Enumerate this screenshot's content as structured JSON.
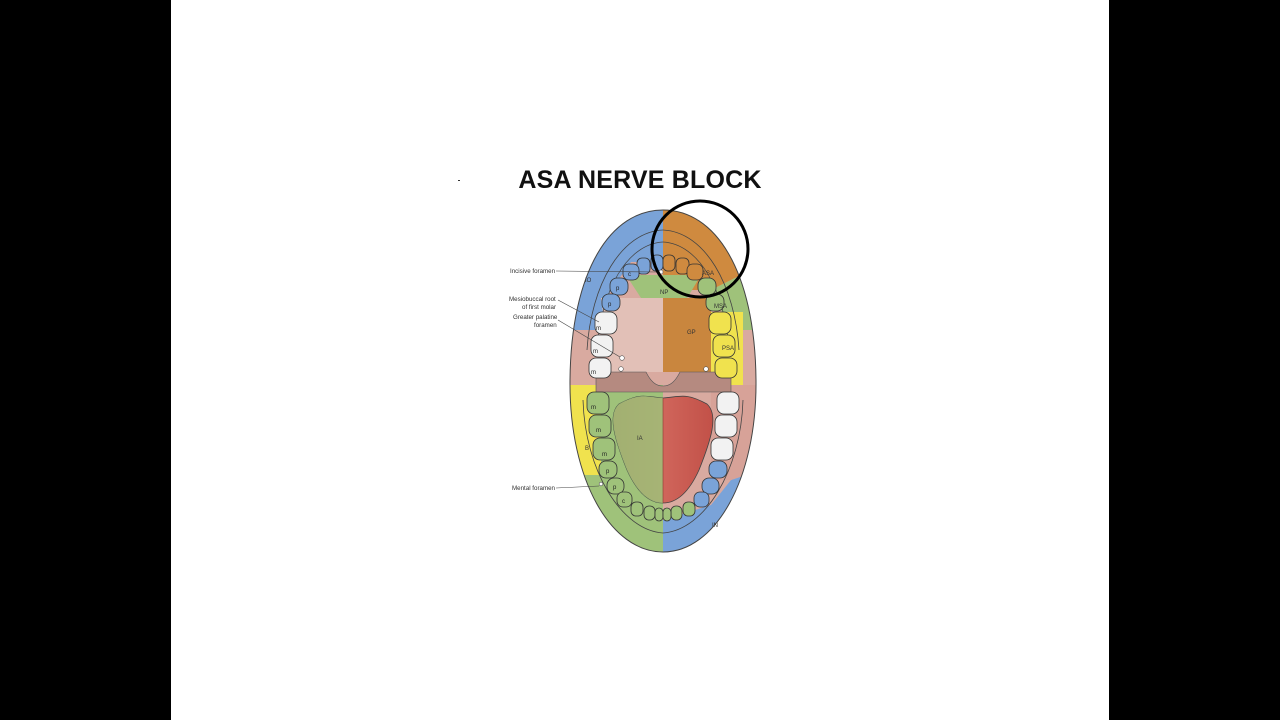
{
  "slide": {
    "title": "ASA NERVE BLOCK"
  },
  "diagram": {
    "callouts": {
      "incisive_foramen": "Incisive foramen",
      "mesiobuccal_root_line1": "Mesiobuccal root",
      "mesiobuccal_root_line2": "of first molar",
      "greater_palatine_line1": "Greater palatine",
      "greater_palatine_line2": "foramen",
      "mental_foramen": "Mental foramen"
    },
    "regions": {
      "io": "IO",
      "np": "NP",
      "asa": "ASA",
      "msa": "MSA",
      "psa": "PSA",
      "gp": "GP",
      "ia": "IA",
      "b": "B",
      "in": "IN"
    },
    "tooth_labels": {
      "upper_c": "c",
      "upper_p1": "p",
      "upper_p2": "p",
      "upper_m1": "m",
      "upper_m2": "m",
      "upper_m3": "m",
      "lower_m1": "m",
      "lower_m2": "m",
      "lower_m3": "m",
      "lower_p1": "p",
      "lower_p2": "p",
      "lower_c": "c"
    },
    "colors": {
      "blue": "#7aa3d8",
      "orange": "#cf8a3f",
      "green": "#9fc27a",
      "yellow": "#f0e24e",
      "mucosa": "#d9aaa0",
      "palate": "#e8c4ba",
      "tongue": "#c9574d"
    }
  }
}
